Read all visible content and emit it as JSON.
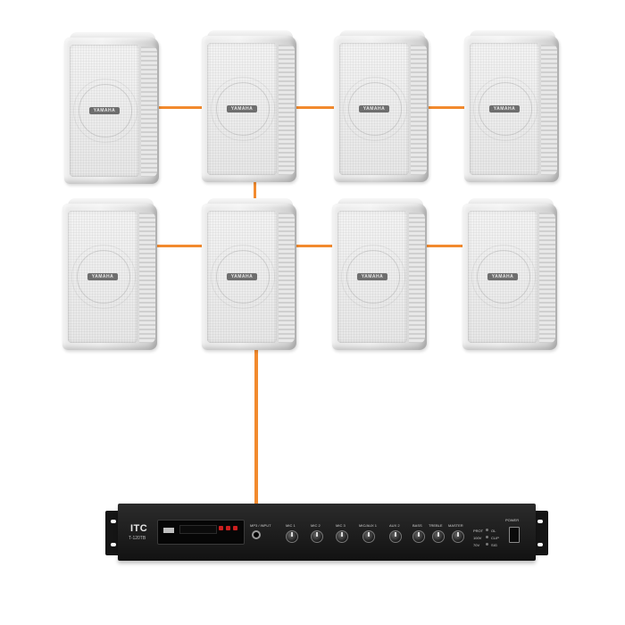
{
  "speakers": {
    "brand_badge": "YAMAHA",
    "count": 8
  },
  "amplifier": {
    "brand": "ITC",
    "model": "T-120TB",
    "sections": {
      "mp3_input": "MP3 / INPUT",
      "mic1": "MIC 1",
      "mic2": "MIC 2",
      "mic3": "MIC 3",
      "aux1": "MIC/AUX 1",
      "aux2": "AUX 2",
      "bass": "BASS",
      "treble": "TREBLE",
      "master": "MASTER",
      "power": "POWER"
    },
    "indicators": [
      "PROT",
      "100V",
      "70V",
      "OL",
      "CLIP",
      "SIG"
    ]
  },
  "colors": {
    "wire": "#f28a2e",
    "speaker_body": "#e9e9e9",
    "amplifier_body": "#1a1a1a"
  }
}
